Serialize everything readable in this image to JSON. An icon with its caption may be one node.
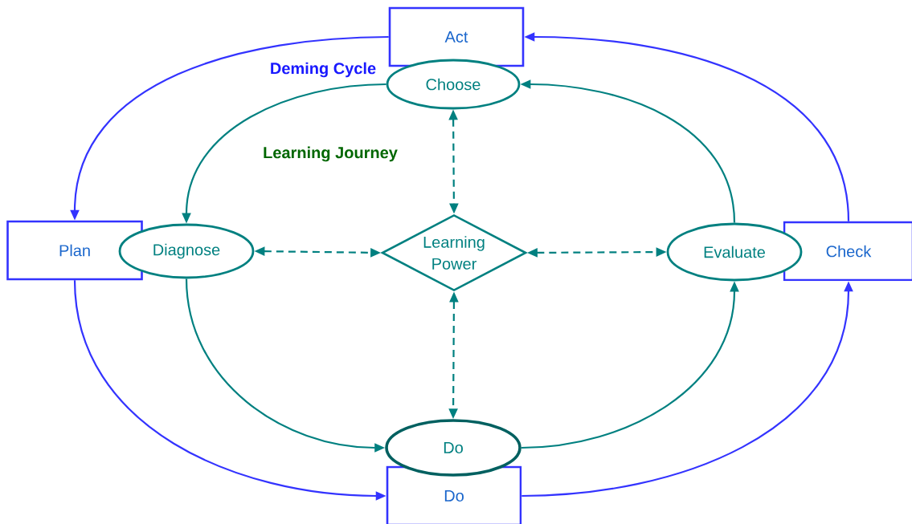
{
  "diagram": {
    "nodes": [
      {
        "text": [
          "Act"
        ]
      },
      {
        "text": [
          "Choose"
        ]
      },
      {
        "text": [
          "Plan"
        ]
      },
      {
        "text": [
          "Diagnose"
        ]
      },
      {
        "text": [
          "Learning Power"
        ]
      },
      {
        "text": [
          "Evaluate"
        ]
      },
      {
        "text": [
          "Check"
        ]
      },
      {
        "text": [
          "Do"
        ]
      },
      {
        "text": [
          "Do"
        ]
      }
    ],
    "edges": [
      {
        "from": 0,
        "to": 2,
        "arrow": "to",
        "color": "#3333ff"
      },
      {
        "from": 2,
        "to": 8,
        "arrow": "to",
        "color": "#3333ff"
      },
      {
        "from": 8,
        "to": 6,
        "arrow": "to",
        "color": "#3333ff"
      },
      {
        "from": 6,
        "to": 0,
        "arrow": "to",
        "color": "#3333ff"
      },
      {
        "from": 1,
        "to": 3,
        "arrow": "to"
      },
      {
        "from": 3,
        "to": 7,
        "arrow": "to"
      },
      {
        "from": 7,
        "to": 5,
        "arrow": "to"
      },
      {
        "from": 5,
        "to": 1,
        "arrow": "to"
      },
      {
        "from": 3,
        "to": 4,
        "arrow": "both",
        "style": "dashed"
      },
      {
        "from": 4,
        "to": 5,
        "arrow": "both",
        "style": "dashed"
      },
      {
        "from": 1,
        "to": 4,
        "arrow": "both",
        "style": "dashed"
      },
      {
        "from": 4,
        "to": 7,
        "arrow": "both",
        "style": "dashed"
      }
    ],
    "labels": [
      "Deming Cycle",
      "Learning Journey"
    ]
  }
}
